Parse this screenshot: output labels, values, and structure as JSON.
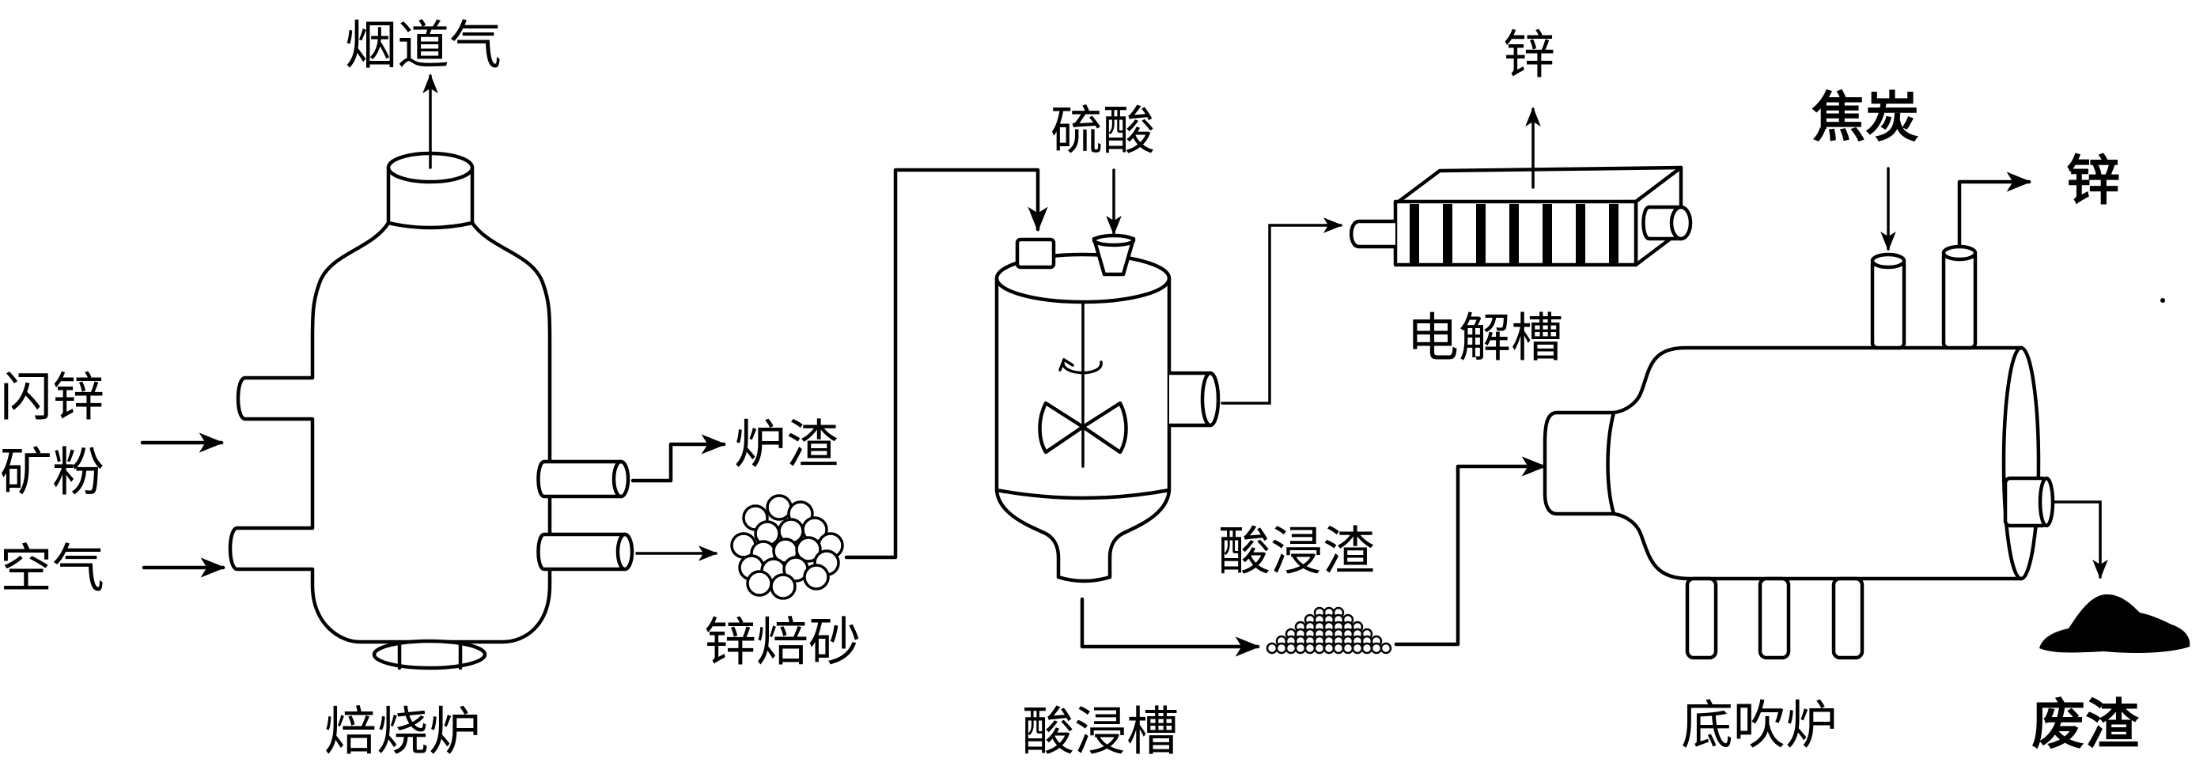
{
  "diagram": {
    "type": "process-flow",
    "title": "",
    "equipment": {
      "roaster": "焙烧炉",
      "leach_tank": "酸浸槽",
      "electrolyzer": "电解槽",
      "bottom_blow_furnace": "底吹炉"
    },
    "inputs": {
      "ore_line1": "闪锌",
      "ore_line2": "矿粉",
      "air": "空气",
      "sulfuric_acid": "硫酸",
      "coke": "焦炭"
    },
    "products": {
      "flue_gas": "烟道气",
      "furnace_slag": "炉渣",
      "zinc_calcine": "锌焙砂",
      "acid_leach_residue": "酸浸渣",
      "zinc_electrolysis": "锌",
      "zinc_furnace": "锌",
      "waste_slag": "废渣"
    },
    "flows": [
      {
        "from": "闪锌矿粉",
        "to": "焙烧炉"
      },
      {
        "from": "空气",
        "to": "焙烧炉"
      },
      {
        "from": "焙烧炉",
        "to": "烟道气"
      },
      {
        "from": "焙烧炉",
        "to": "炉渣"
      },
      {
        "from": "焙烧炉",
        "to": "锌焙砂"
      },
      {
        "from": "锌焙砂",
        "to": "酸浸槽"
      },
      {
        "from": "硫酸",
        "to": "酸浸槽"
      },
      {
        "from": "酸浸槽",
        "to": "电解槽"
      },
      {
        "from": "电解槽",
        "to": "锌"
      },
      {
        "from": "酸浸槽",
        "to": "酸浸渣"
      },
      {
        "from": "酸浸渣",
        "to": "底吹炉"
      },
      {
        "from": "焦炭",
        "to": "底吹炉"
      },
      {
        "from": "底吹炉",
        "to": "锌"
      },
      {
        "from": "底吹炉",
        "to": "废渣"
      }
    ]
  }
}
